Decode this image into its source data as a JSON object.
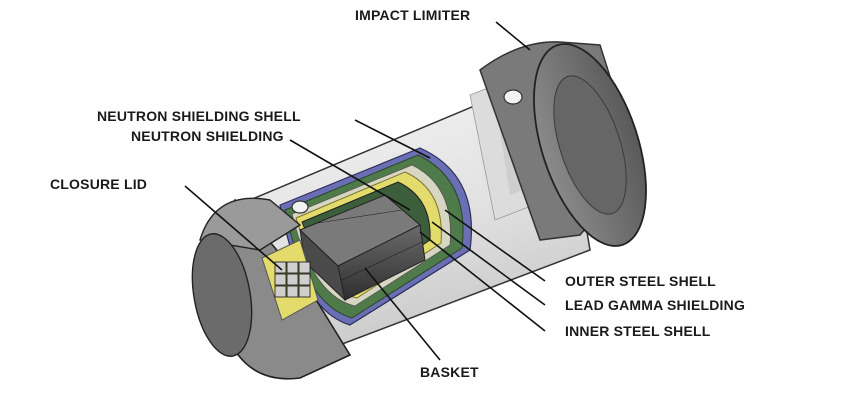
{
  "labels": {
    "impact_limiter": "IMPACT LIMITER",
    "neutron_shielding_shell": "NEUTRON SHIELDING SHELL",
    "neutron_shielding": "NEUTRON SHIELDING",
    "closure_lid": "CLOSURE LID",
    "outer_steel_shell": "OUTER STEEL SHELL",
    "lead_gamma_shielding": "LEAD GAMMA SHIELDING",
    "inner_steel_shell": "INNER STEEL SHELL",
    "basket": "BASKET"
  },
  "colors": {
    "cylinder_light": "#eeeeee",
    "cylinder_mid": "#cfcfcf",
    "limiter_dark": "#5e5e5e",
    "limiter_mid": "#8a8a8a",
    "neutron_shell": "#6a6fb5",
    "lead": "#e3dc6c",
    "neutron_shielding": "#4f7a4a",
    "basket": "#3f3f3f"
  }
}
